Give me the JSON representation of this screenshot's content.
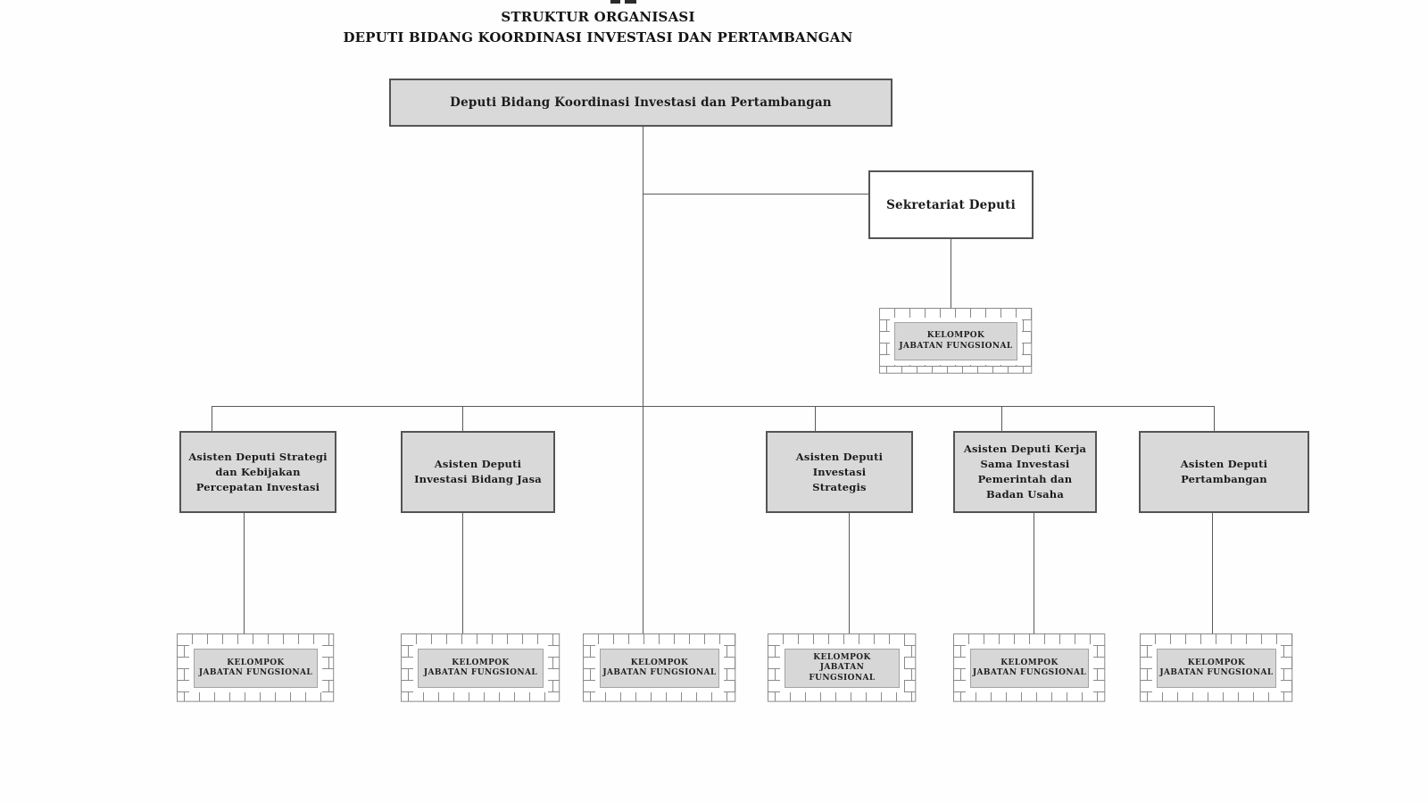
{
  "title": {
    "line1": "STRUKTUR ORGANISASI",
    "line2": "DEPUTI BIDANG KOORDINASI INVESTASI DAN PERTAMBANGAN"
  },
  "org": {
    "root": "Deputi Bidang Koordinasi Investasi dan Pertambangan",
    "secretariat": "Sekretariat Deputi",
    "functional_group": "KELOMPOK\nJABATAN FUNGSIONAL",
    "assistants": [
      "Asisten Deputi Strategi\ndan Kebijakan\nPercepatan Investasi",
      "Asisten Deputi\nInvestasi Bidang Jasa",
      "Asisten Deputi\nInvestasi\nStrategis",
      "Asisten Deputi  Kerja\nSama Investasi\nPemerintah dan\nBadan Usaha",
      "Asisten Deputi\nPertambangan"
    ]
  },
  "colors": {
    "box_fill": "#d9d9d9",
    "box_border": "#545454",
    "connector": "#5a5a5a",
    "brick_line": "#8a8a8a",
    "inner_fill": "#d7d7d7",
    "background": "#fefefe",
    "text": "#1c1c1c"
  }
}
